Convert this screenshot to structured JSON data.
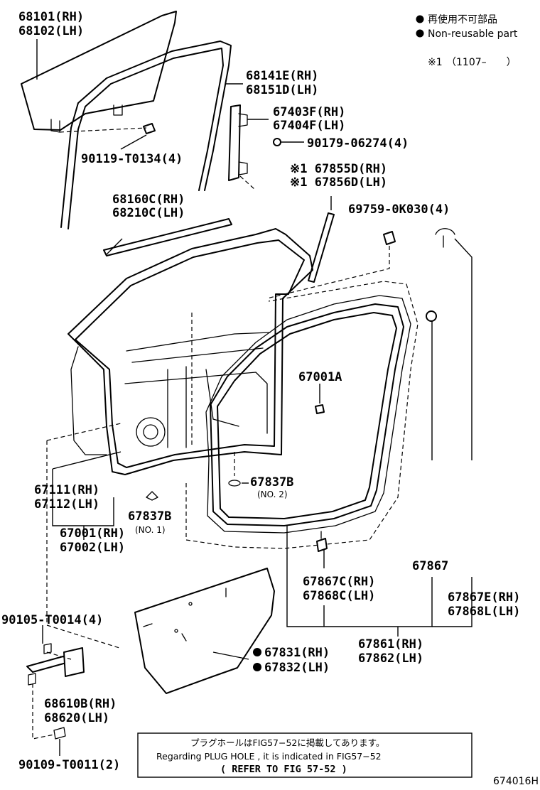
{
  "legend": {
    "jp_text": "再使用不可部品",
    "en_text": "Non-reusable part",
    "note_mark": "※1",
    "note_range": "（1107–　　）"
  },
  "labels": [
    {
      "id": "glass",
      "lines": [
        "68101(RH)",
        "68102(LH)"
      ]
    },
    {
      "id": "run-channel",
      "lines": [
        "68141E(RH)",
        "68151D(LH)"
      ]
    },
    {
      "id": "rear-channel",
      "lines": [
        "67403F(RH)",
        "67404F(LH)"
      ]
    },
    {
      "id": "bolt-1",
      "lines": [
        "90179-06274(4)"
      ]
    },
    {
      "id": "bolt-2",
      "lines": [
        "90119-T0134(4)"
      ]
    },
    {
      "id": "weatherstrip-note",
      "lines": [
        "※1 67855D(RH)",
        "※1 67856D(LH)"
      ]
    },
    {
      "id": "belt-moulding",
      "lines": [
        "68160C(RH)",
        "68210C(LH)"
      ]
    },
    {
      "id": "clip-1",
      "lines": [
        "69759-0K030(4)"
      ]
    },
    {
      "id": "cushion",
      "lines": [
        "67001A"
      ]
    },
    {
      "id": "hole-plug-2",
      "lines": [
        "67837B"
      ],
      "sub": "(NO. 2)"
    },
    {
      "id": "door-outer",
      "lines": [
        "67111(RH)",
        "67112(LH)"
      ]
    },
    {
      "id": "hole-plug-1",
      "lines": [
        "67837B"
      ],
      "sub": "(NO. 1)"
    },
    {
      "id": "door-panel",
      "lines": [
        "67001(RH)",
        "67002(LH)"
      ]
    },
    {
      "id": "weatherstrip",
      "lines": [
        "67867"
      ]
    },
    {
      "id": "clip-2",
      "lines": [
        "67867C(RH)",
        "67868C(LH)"
      ]
    },
    {
      "id": "weatherstrip-e",
      "lines": [
        "67867E(RH)",
        "67868L(LH)"
      ]
    },
    {
      "id": "bolt-3",
      "lines": [
        "90105-T0014(4)"
      ]
    },
    {
      "id": "service-hole-cover",
      "lines": [
        "67831(RH)",
        "67832(LH)"
      ]
    },
    {
      "id": "door-seal",
      "lines": [
        "67861(RH)",
        "67862(LH)"
      ]
    },
    {
      "id": "door-check",
      "lines": [
        "68610B(RH)",
        "68620(LH)"
      ]
    },
    {
      "id": "bolt-4",
      "lines": [
        "90109-T0011(2)"
      ]
    }
  ],
  "note_box": {
    "jp": "プラグホールはFIG57−52に掲載してあります。",
    "en": "Regarding  PLUG  HOLE ,  it  is  indicated  in  FIG57−52",
    "refer": "( REFER TO FIG 57-52 )"
  },
  "figure_code": "674016H"
}
